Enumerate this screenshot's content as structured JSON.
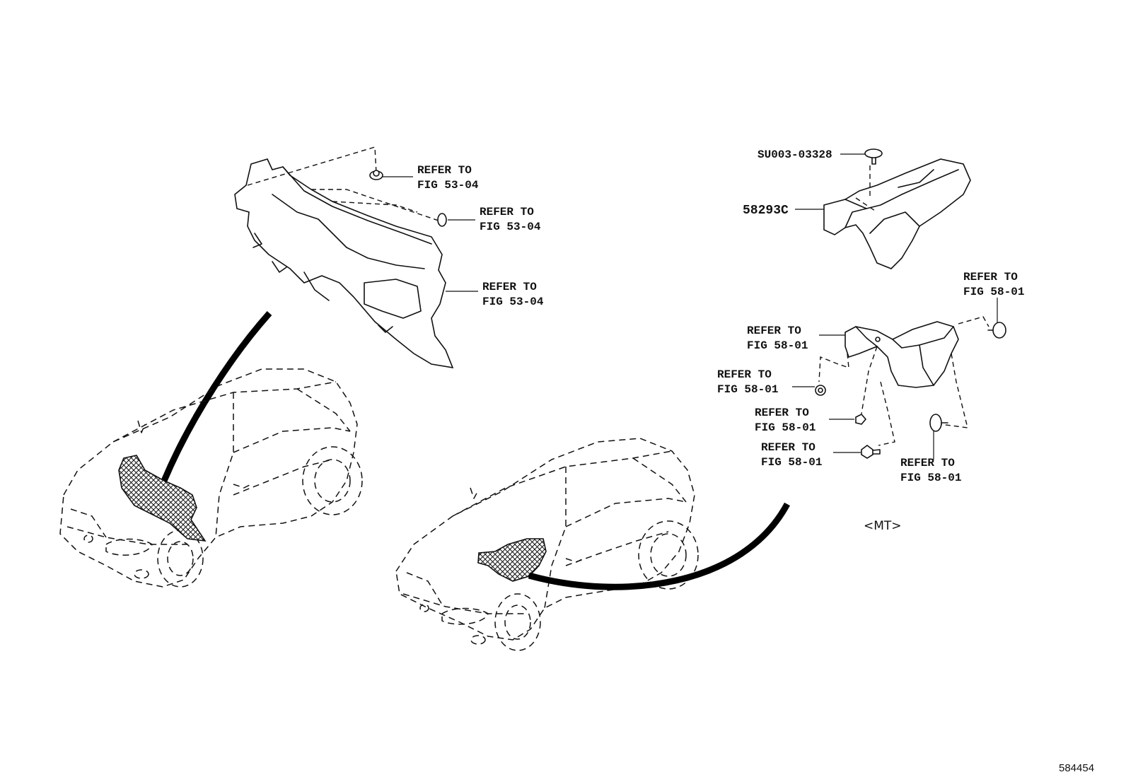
{
  "callouts": {
    "dash_clip_top": [
      "REFER TO",
      "FIG 53-04"
    ],
    "dash_clip_mid": [
      "REFER TO",
      "FIG 53-04"
    ],
    "dash_panel": [
      "REFER TO",
      "FIG 53-04"
    ],
    "tunnel_part_no": "58293C",
    "tunnel_clip_part_no": "SU003-03328",
    "mt_clip_right": [
      "REFER TO",
      "FIG 58-01"
    ],
    "mt_bracket": [
      "REFER TO",
      "FIG 58-01"
    ],
    "mt_bolt_left": [
      "REFER TO",
      "FIG 58-01"
    ],
    "mt_nut": [
      "REFER TO",
      "FIG 58-01"
    ],
    "mt_bolt_bottom": [
      "REFER TO",
      "FIG 58-01"
    ],
    "mt_clip_bottom": [
      "REFER TO",
      "FIG 58-01"
    ]
  },
  "variant_label": "<MT>",
  "figure_number": "584454"
}
